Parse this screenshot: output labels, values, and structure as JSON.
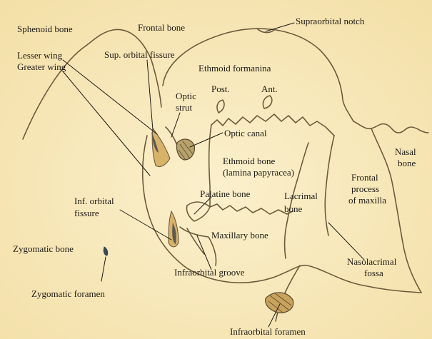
{
  "diagram": {
    "colors": {
      "paper": "#f7e6b4",
      "paper_light": "#fbf0cc",
      "bone_line": "#6e5a3c",
      "shade": "#d9b26a",
      "dark_shade": "#5a5a55",
      "leader": "#1e1a14",
      "text": "#1e1a14"
    },
    "labels": {
      "sphenoid_bone": "Sphenoid bone",
      "frontal_bone": "Frontal bone",
      "supraorbital_notch": "Supraorbital notch",
      "lesser_wing": "Lesser wing",
      "greater_wing": "Greater wing",
      "sup_orbital_fissure": "Sup. orbital fissure",
      "ethmoid_foramina": "Ethmoid formanina",
      "post": "Post.",
      "ant": "Ant.",
      "optic_strut_1": "Optic",
      "optic_strut_2": "strut",
      "optic_canal": "Optic canal",
      "ethmoid_bone_1": "Ethmoid bone",
      "ethmoid_bone_2": "(lamina papyracea)",
      "nasal_bone_1": "Nasal",
      "nasal_bone_2": "bone",
      "frontal_process_1": "Frontal",
      "frontal_process_2": "process",
      "frontal_process_3": "of maxilla",
      "inf_orbital_fissure_1": "Inf. orbital",
      "inf_orbital_fissure_2": "fissure",
      "palatine_bone": "Palatine bone",
      "lacrimal_bone_1": "Lacrimal",
      "lacrimal_bone_2": "bone",
      "maxillary_bone": "Maxillary bone",
      "zygomatic_bone": "Zygomatic bone",
      "nasolacrimal_fossa_1": "Nasolacrimal",
      "nasolacrimal_fossa_2": "fossa",
      "infraorbital_groove": "Infraorbital groove",
      "zygomatic_foramen": "Zygomatic foramen",
      "infraorbital_foramen": "Infraorbital foramen"
    }
  }
}
